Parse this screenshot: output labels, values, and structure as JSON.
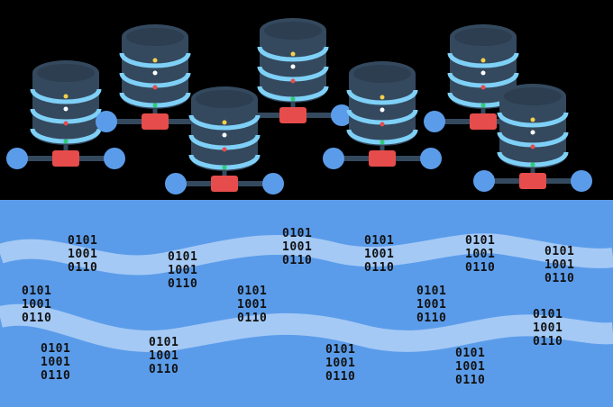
{
  "colors": {
    "background": "#000000",
    "db_body": "#34495e",
    "db_top": "#2c3e50",
    "db_stripe": "#7fd0f7",
    "connector": "#34495e",
    "plug": "#e74c4c",
    "node": "#5b9cea",
    "water": "#5b9cea",
    "wave": "#a4c9f5",
    "light_colors": [
      "#f5d04a",
      "#ffffff",
      "#e74c4c",
      "#2ecc71"
    ]
  },
  "databases_count": 7,
  "binary_blocks": [
    [
      "0101",
      "1001",
      "0110"
    ],
    [
      "0101",
      "1001",
      "0110"
    ],
    [
      "0101",
      "1001",
      "0110"
    ],
    [
      "0101",
      "1001",
      "0110"
    ],
    [
      "0101",
      "1001",
      "0110"
    ],
    [
      "0101",
      "1001",
      "0110"
    ],
    [
      "0101",
      "1001",
      "0110"
    ],
    [
      "0101",
      "1001",
      "0110"
    ],
    [
      "0101",
      "1001",
      "0110"
    ],
    [
      "0101",
      "1001",
      "0110"
    ],
    [
      "0101",
      "1001",
      "0110"
    ],
    [
      "0101",
      "1001",
      "0110"
    ],
    [
      "0101",
      "1001",
      "0110"
    ],
    [
      "0101",
      "1001",
      "0110"
    ]
  ]
}
